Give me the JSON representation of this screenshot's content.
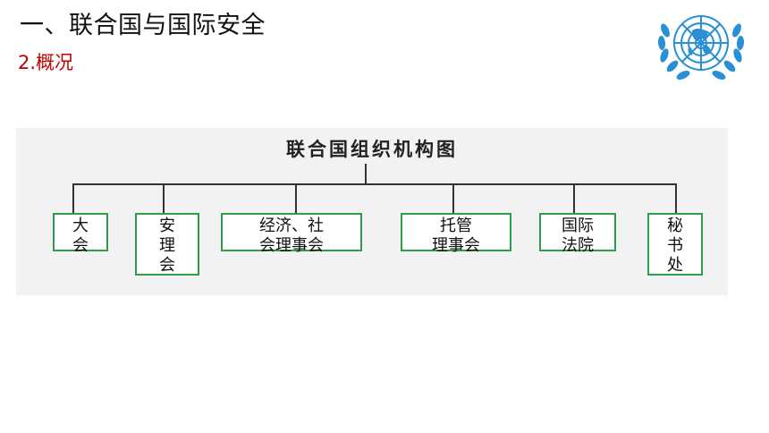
{
  "header": {
    "title": "一、联合国与国际安全",
    "subtitle": "2.概况"
  },
  "logo": {
    "icon": "un-emblem-icon",
    "color": "#2b8fd6"
  },
  "org_chart": {
    "title": "联合国组织机构图",
    "organs": [
      {
        "lines": [
          "大",
          "会"
        ]
      },
      {
        "lines": [
          "安",
          "理",
          "会"
        ]
      },
      {
        "lines": [
          "经济、社",
          "会理事会"
        ]
      },
      {
        "lines": [
          "托管",
          "理事会"
        ]
      },
      {
        "lines": [
          "国际",
          "法院"
        ]
      },
      {
        "lines": [
          "秘",
          "书",
          "处"
        ]
      }
    ],
    "box_border_color": "#2e9e4a"
  }
}
